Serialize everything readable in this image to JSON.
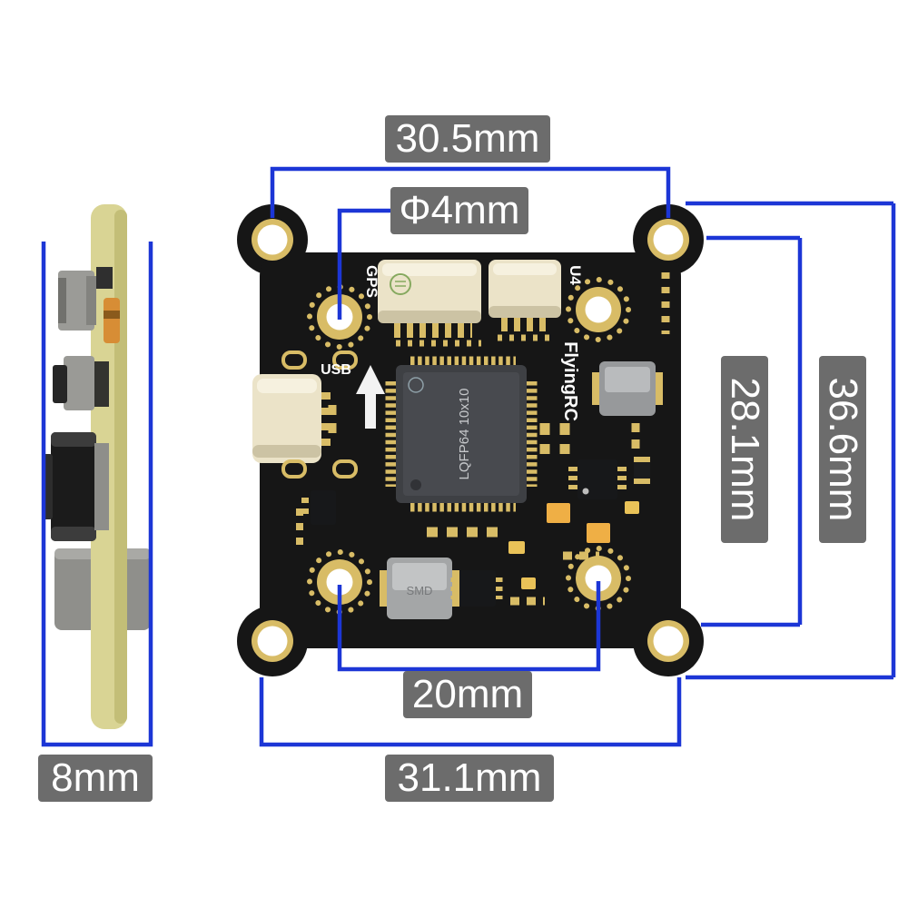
{
  "figure": {
    "type": "product-dimension-diagram",
    "subject": "FlyingRC flight controller board - top and side views with dimensions"
  },
  "dimensions": {
    "mount_hole_pitch_horizontal": "30.5mm",
    "hole_diameter": "Φ4mm",
    "right_height_inner": "28.1mm",
    "right_height_outer": "36.6mm",
    "inner_hole_pitch": "20mm",
    "board_width": "31.1mm",
    "side_thickness": "8mm"
  },
  "pcb": {
    "brand": "FlyingRC",
    "chip_label": "LQFP64 10x10",
    "gps_label": "GPS",
    "u4_label": "U4",
    "usb_label": "USB",
    "smd_label": "SMD"
  },
  "colors": {
    "dimension_line": "#1C36D6",
    "label_background": "#6C6C6C",
    "label_text": "#FFFFFF",
    "board": "#161616",
    "pad_gold": "#D8BC66",
    "connector_cream": "#EBE3C8",
    "side_board_khaki": "#D9D494",
    "background": "#FFFFFF"
  }
}
